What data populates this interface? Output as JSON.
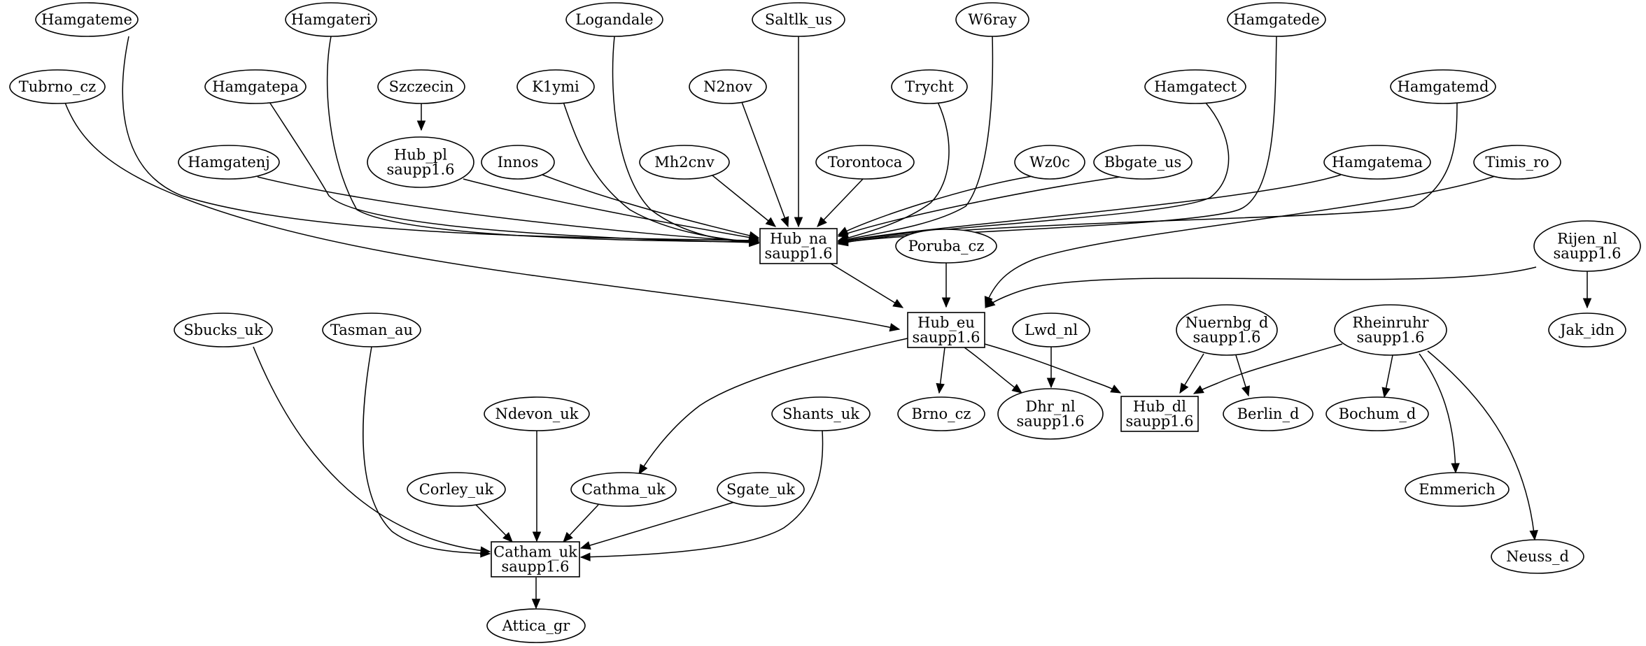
{
  "nodes": [
    {
      "id": "hamgateme",
      "lines": [
        "Hamgateme"
      ],
      "shape": "ellipse"
    },
    {
      "id": "hamgateri",
      "lines": [
        "Hamgateri"
      ],
      "shape": "ellipse"
    },
    {
      "id": "logandale",
      "lines": [
        "Logandale"
      ],
      "shape": "ellipse"
    },
    {
      "id": "saltlk_us",
      "lines": [
        "Saltlk_us"
      ],
      "shape": "ellipse"
    },
    {
      "id": "w6ray",
      "lines": [
        "W6ray"
      ],
      "shape": "ellipse"
    },
    {
      "id": "hamgatede",
      "lines": [
        "Hamgatede"
      ],
      "shape": "ellipse"
    },
    {
      "id": "tubrno_cz",
      "lines": [
        "Tubrno_cz"
      ],
      "shape": "ellipse"
    },
    {
      "id": "hamgatepa",
      "lines": [
        "Hamgatepa"
      ],
      "shape": "ellipse"
    },
    {
      "id": "szczecin",
      "lines": [
        "Szczecin"
      ],
      "shape": "ellipse"
    },
    {
      "id": "k1ymi",
      "lines": [
        "K1ymi"
      ],
      "shape": "ellipse"
    },
    {
      "id": "n2nov",
      "lines": [
        "N2nov"
      ],
      "shape": "ellipse"
    },
    {
      "id": "trycht",
      "lines": [
        "Trycht"
      ],
      "shape": "ellipse"
    },
    {
      "id": "hamgatect",
      "lines": [
        "Hamgatect"
      ],
      "shape": "ellipse"
    },
    {
      "id": "hamgatemd",
      "lines": [
        "Hamgatemd"
      ],
      "shape": "ellipse"
    },
    {
      "id": "hamgatenj",
      "lines": [
        "Hamgatenj"
      ],
      "shape": "ellipse"
    },
    {
      "id": "hub_pl",
      "lines": [
        "Hub_pl",
        "saupp1.6"
      ],
      "shape": "ellipse"
    },
    {
      "id": "innos",
      "lines": [
        "Innos"
      ],
      "shape": "ellipse"
    },
    {
      "id": "mh2cnv",
      "lines": [
        "Mh2cnv"
      ],
      "shape": "ellipse"
    },
    {
      "id": "torontoca",
      "lines": [
        "Torontoca"
      ],
      "shape": "ellipse"
    },
    {
      "id": "wz0c",
      "lines": [
        "Wz0c"
      ],
      "shape": "ellipse"
    },
    {
      "id": "bbgate_us",
      "lines": [
        "Bbgate_us"
      ],
      "shape": "ellipse"
    },
    {
      "id": "hamgatema",
      "lines": [
        "Hamgatema"
      ],
      "shape": "ellipse"
    },
    {
      "id": "timis_ro",
      "lines": [
        "Timis_ro"
      ],
      "shape": "ellipse"
    },
    {
      "id": "hub_na",
      "lines": [
        "Hub_na",
        "saupp1.6"
      ],
      "shape": "box"
    },
    {
      "id": "poruba_cz",
      "lines": [
        "Poruba_cz"
      ],
      "shape": "ellipse"
    },
    {
      "id": "rijen_nl",
      "lines": [
        "Rijen_nl",
        "saupp1.6"
      ],
      "shape": "ellipse"
    },
    {
      "id": "hub_eu",
      "lines": [
        "Hub_eu",
        "saupp1.6"
      ],
      "shape": "box"
    },
    {
      "id": "lwd_nl",
      "lines": [
        "Lwd_nl"
      ],
      "shape": "ellipse"
    },
    {
      "id": "nuernbg_d",
      "lines": [
        "Nuernbg_d",
        "saupp1.6"
      ],
      "shape": "ellipse"
    },
    {
      "id": "rheinruhr",
      "lines": [
        "Rheinruhr",
        "saupp1.6"
      ],
      "shape": "ellipse"
    },
    {
      "id": "jak_idn",
      "lines": [
        "Jak_idn"
      ],
      "shape": "ellipse"
    },
    {
      "id": "sbucks_uk",
      "lines": [
        "Sbucks_uk"
      ],
      "shape": "ellipse"
    },
    {
      "id": "tasman_au",
      "lines": [
        "Tasman_au"
      ],
      "shape": "ellipse"
    },
    {
      "id": "ndevon_uk",
      "lines": [
        "Ndevon_uk"
      ],
      "shape": "ellipse"
    },
    {
      "id": "shants_uk",
      "lines": [
        "Shants_uk"
      ],
      "shape": "ellipse"
    },
    {
      "id": "brno_cz",
      "lines": [
        "Brno_cz"
      ],
      "shape": "ellipse"
    },
    {
      "id": "dhr_nl",
      "lines": [
        "Dhr_nl",
        "saupp1.6"
      ],
      "shape": "ellipse"
    },
    {
      "id": "hub_dl",
      "lines": [
        "Hub_dl",
        "saupp1.6"
      ],
      "shape": "box"
    },
    {
      "id": "berlin_d",
      "lines": [
        "Berlin_d"
      ],
      "shape": "ellipse"
    },
    {
      "id": "bochum_d",
      "lines": [
        "Bochum_d"
      ],
      "shape": "ellipse"
    },
    {
      "id": "corley_uk",
      "lines": [
        "Corley_uk"
      ],
      "shape": "ellipse"
    },
    {
      "id": "cathma_uk",
      "lines": [
        "Cathma_uk"
      ],
      "shape": "ellipse"
    },
    {
      "id": "sgate_uk",
      "lines": [
        "Sgate_uk"
      ],
      "shape": "ellipse"
    },
    {
      "id": "emmerich",
      "lines": [
        "Emmerich"
      ],
      "shape": "ellipse"
    },
    {
      "id": "catham_uk",
      "lines": [
        "Catham_uk",
        "saupp1.6"
      ],
      "shape": "box"
    },
    {
      "id": "neuss_d",
      "lines": [
        "Neuss_d"
      ],
      "shape": "ellipse"
    },
    {
      "id": "attica_gr",
      "lines": [
        "Attica_gr"
      ],
      "shape": "ellipse"
    }
  ],
  "edges": [
    {
      "from": "hamgateme",
      "to": "hub_na"
    },
    {
      "from": "hamgateri",
      "to": "hub_na"
    },
    {
      "from": "logandale",
      "to": "hub_na"
    },
    {
      "from": "saltlk_us",
      "to": "hub_na"
    },
    {
      "from": "w6ray",
      "to": "hub_na"
    },
    {
      "from": "hamgatede",
      "to": "hub_na"
    },
    {
      "from": "hamgatepa",
      "to": "hub_na"
    },
    {
      "from": "k1ymi",
      "to": "hub_na"
    },
    {
      "from": "n2nov",
      "to": "hub_na"
    },
    {
      "from": "trycht",
      "to": "hub_na"
    },
    {
      "from": "hamgatect",
      "to": "hub_na"
    },
    {
      "from": "hamgatemd",
      "to": "hub_na"
    },
    {
      "from": "hamgatenj",
      "to": "hub_na"
    },
    {
      "from": "hub_pl",
      "to": "hub_na"
    },
    {
      "from": "innos",
      "to": "hub_na"
    },
    {
      "from": "mh2cnv",
      "to": "hub_na"
    },
    {
      "from": "torontoca",
      "to": "hub_na"
    },
    {
      "from": "wz0c",
      "to": "hub_na"
    },
    {
      "from": "bbgate_us",
      "to": "hub_na"
    },
    {
      "from": "hamgatema",
      "to": "hub_na"
    },
    {
      "from": "szczecin",
      "to": "hub_pl"
    },
    {
      "from": "tubrno_cz",
      "to": "hub_eu"
    },
    {
      "from": "timis_ro",
      "to": "hub_eu"
    },
    {
      "from": "hub_na",
      "to": "hub_eu"
    },
    {
      "from": "poruba_cz",
      "to": "hub_eu"
    },
    {
      "from": "rijen_nl",
      "to": "hub_eu"
    },
    {
      "from": "rijen_nl",
      "to": "jak_idn"
    },
    {
      "from": "hub_eu",
      "to": "cathma_uk"
    },
    {
      "from": "hub_eu",
      "to": "brno_cz"
    },
    {
      "from": "hub_eu",
      "to": "dhr_nl"
    },
    {
      "from": "hub_eu",
      "to": "hub_dl"
    },
    {
      "from": "lwd_nl",
      "to": "dhr_nl"
    },
    {
      "from": "nuernbg_d",
      "to": "hub_dl"
    },
    {
      "from": "nuernbg_d",
      "to": "berlin_d"
    },
    {
      "from": "rheinruhr",
      "to": "hub_dl"
    },
    {
      "from": "rheinruhr",
      "to": "bochum_d"
    },
    {
      "from": "rheinruhr",
      "to": "emmerich"
    },
    {
      "from": "rheinruhr",
      "to": "neuss_d"
    },
    {
      "from": "sbucks_uk",
      "to": "catham_uk"
    },
    {
      "from": "tasman_au",
      "to": "catham_uk"
    },
    {
      "from": "ndevon_uk",
      "to": "catham_uk"
    },
    {
      "from": "corley_uk",
      "to": "catham_uk"
    },
    {
      "from": "cathma_uk",
      "to": "catham_uk"
    },
    {
      "from": "sgate_uk",
      "to": "catham_uk"
    },
    {
      "from": "shants_uk",
      "to": "catham_uk"
    },
    {
      "from": "catham_uk",
      "to": "attica_gr"
    }
  ]
}
